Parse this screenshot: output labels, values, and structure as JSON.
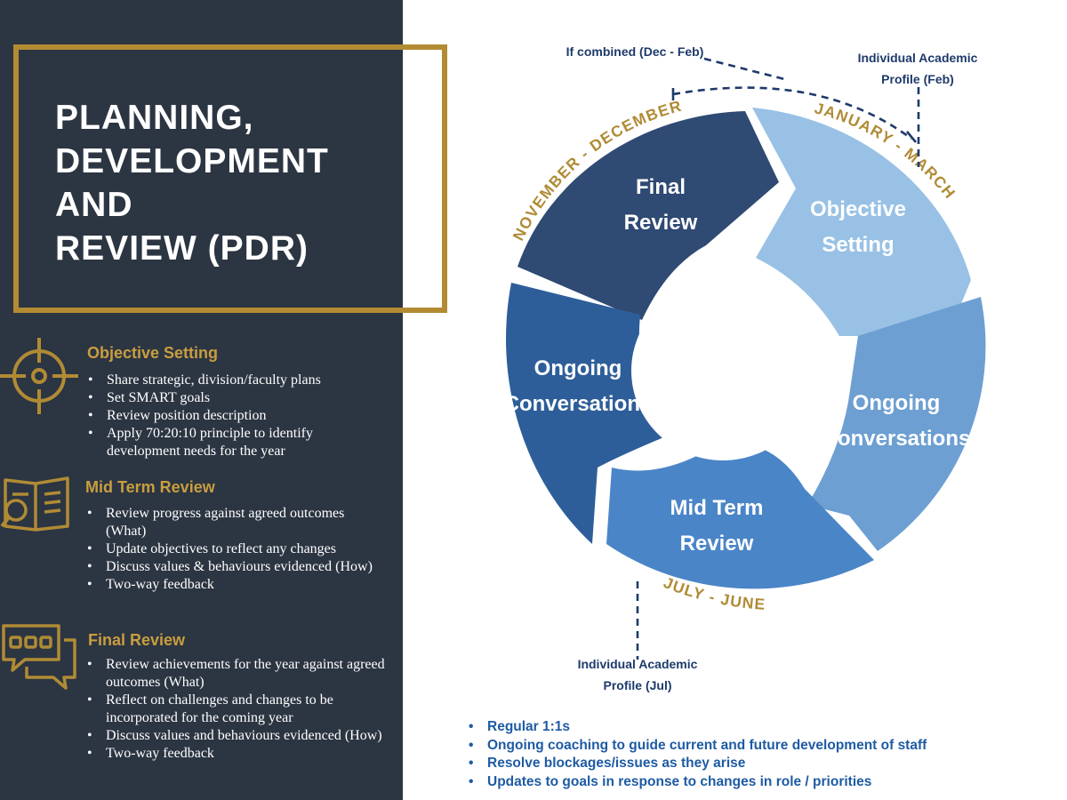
{
  "title": {
    "lines": [
      "PLANNING,",
      "DEVELOPMENT",
      "AND",
      "REVIEW (PDR)"
    ]
  },
  "sections": [
    {
      "icon": "target-icon",
      "heading": "Objective Setting",
      "bullets": [
        "Share strategic, division/faculty plans",
        "Set SMART goals",
        "Review position description",
        "Apply 70:20:10 principle to identify development needs for the year"
      ]
    },
    {
      "icon": "document-search-icon",
      "heading": "Mid Term Review",
      "bullets": [
        "Review progress against agreed outcomes (What)",
        "Update objectives to reflect any changes",
        "Discuss values & behaviours evidenced (How)",
        "Two-way feedback"
      ]
    },
    {
      "icon": "chat-bubble-icon",
      "heading": "Final Review",
      "bullets": [
        "Review achievements for the year against agreed outcomes (What)",
        "Reflect on challenges and changes to be incorporated for the coming year",
        "Discuss values and behaviours evidenced (How)",
        "Two-way feedback"
      ]
    }
  ],
  "cycle": {
    "segments": {
      "final_review": [
        "Final",
        "Review"
      ],
      "objective_setting": [
        "Objective",
        "Setting"
      ],
      "ongoing_right": [
        "Ongoing",
        "Conversations"
      ],
      "mid_term": [
        "Mid Term",
        "Review"
      ],
      "ongoing_left": [
        "Ongoing",
        "Conversations"
      ]
    },
    "periods": {
      "nov_dec": "NOVEMBER - DECEMBER",
      "jan_mar": "JANUARY - MARCH",
      "jul_jun": "JULY - JUNE"
    },
    "annotations": {
      "combined": "If combined (Dec - Feb)",
      "iap_feb": [
        "Individual Academic",
        "Profile (Feb)"
      ],
      "iap_jul": [
        "Individual Academic",
        "Profile (Jul)"
      ]
    },
    "colors": {
      "final_review": "#2f4a73",
      "objective_setting": "#98c1e5",
      "ongoing_right": "#6d9fd2",
      "mid_term": "#4a85c7",
      "ongoing_left": "#2d5e9a",
      "gold": "#b08b35",
      "navy_text": "#1e3a6b"
    }
  },
  "bottom_bullets": [
    "Regular 1:1s",
    "Ongoing coaching to guide current and future development of staff",
    "Resolve blockages/issues as they arise",
    "Updates to goals in response to changes in role / priorities"
  ]
}
